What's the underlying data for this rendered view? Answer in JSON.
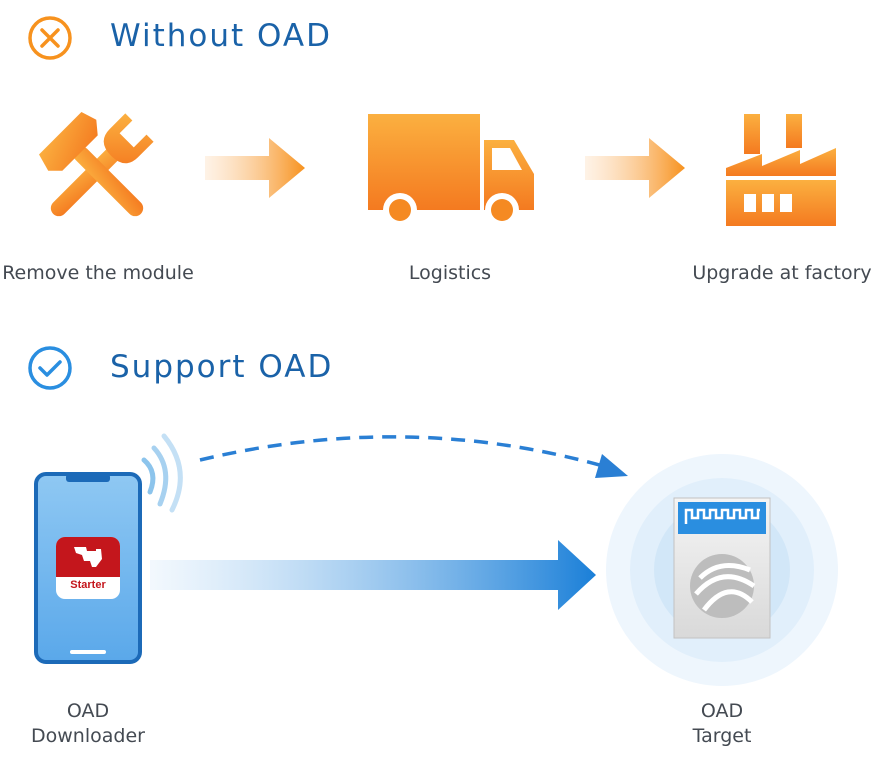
{
  "sections": {
    "without": {
      "title": "Without OAD",
      "status_icon": "circle-x-icon",
      "accent_color": "#f7921e",
      "steps": [
        {
          "label": "Remove the module",
          "icon": "tools-icon"
        },
        {
          "label": "Logistics",
          "icon": "truck-icon"
        },
        {
          "label": "Upgrade at factory",
          "icon": "factory-icon"
        }
      ]
    },
    "support": {
      "title": "Support OAD",
      "status_icon": "circle-check-icon",
      "accent_color": "#2a8ee0",
      "app_label": "Starter",
      "downloader": {
        "line1": "OAD",
        "line2": "Downloader"
      },
      "target": {
        "line1": "OAD",
        "line2": "Target"
      }
    }
  }
}
